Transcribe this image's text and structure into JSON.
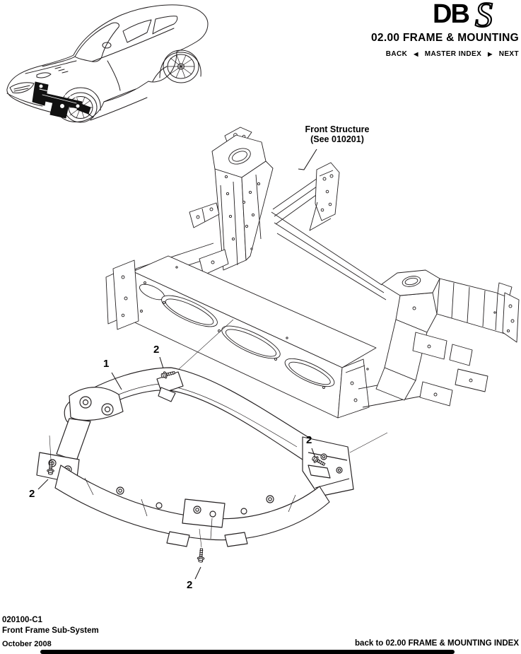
{
  "header": {
    "logo_db": "DB",
    "logo_s": "S",
    "section_title": "02.00 FRAME & MOUNTING",
    "nav": {
      "back_label": "BACK",
      "back_arrow": "◀",
      "master_index_label": "MASTER INDEX",
      "next_arrow": "▶",
      "next_label": "NEXT"
    }
  },
  "diagram": {
    "front_structure_label": {
      "line1": "Front Structure",
      "line2": "(See 010201)"
    },
    "callouts": {
      "subframe": "1",
      "bolt": "2"
    }
  },
  "footer": {
    "doc_code": "020100-C1",
    "subsystem_title": "Front Frame Sub-System",
    "issue_date": "October 2008",
    "index_link": "back to 02.00 FRAME & MOUNTING INDEX"
  },
  "colors": {
    "line": "#231f20",
    "text": "#000000",
    "background": "#ffffff"
  }
}
